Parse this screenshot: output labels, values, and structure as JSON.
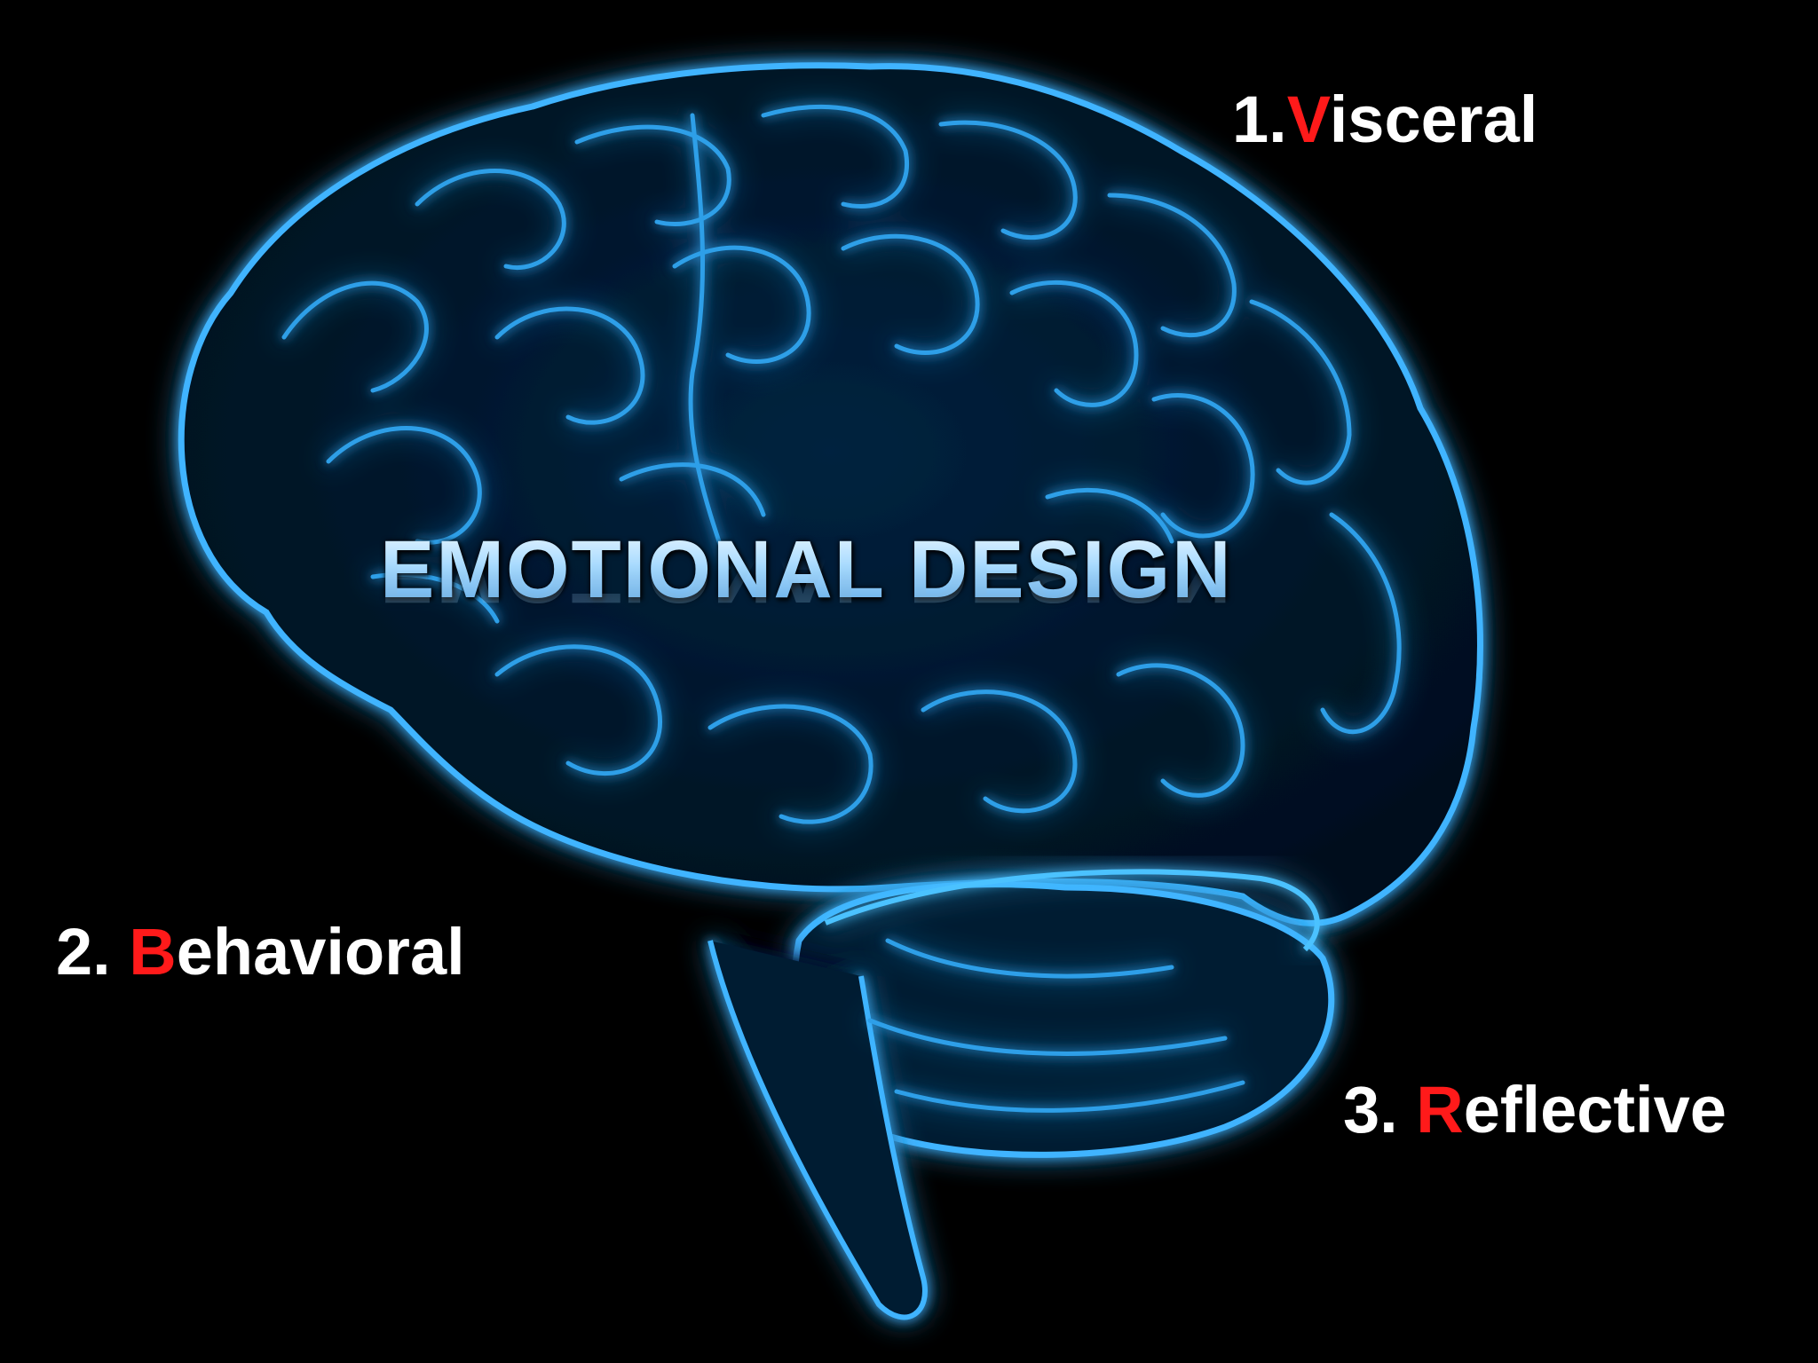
{
  "slide": {
    "background_color": "#000000",
    "accent_color": "#ff1a1a",
    "title": "EMOTIONAL DESIGN",
    "items": [
      {
        "number": "1.",
        "initial": "V",
        "rest": "isceral"
      },
      {
        "number": "2. ",
        "initial": "B",
        "rest": "ehavioral"
      },
      {
        "number": "3. ",
        "initial": "R",
        "rest": "eflective"
      }
    ]
  },
  "image": {
    "subject": "glowing blue wireframe brain illustration",
    "glow_color": "#2fa8ff"
  }
}
